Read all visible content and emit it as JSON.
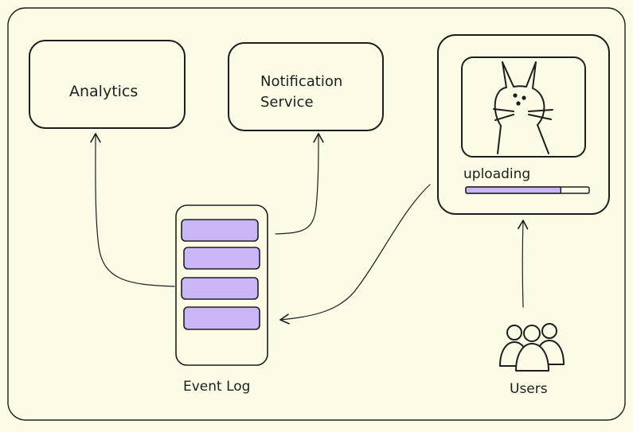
{
  "colors": {
    "background": "#fdfae6",
    "stroke": "#1e1e1e",
    "accent": "#c9b6f7"
  },
  "nodes": {
    "analytics": {
      "label": "Analytics"
    },
    "notification": {
      "label_line1": "Notification",
      "label_line2": "Service"
    },
    "uploader": {
      "status": "uploading",
      "progress": 0.77,
      "icon": "cat-icon"
    },
    "event_log": {
      "label": "Event Log",
      "rows": 4
    },
    "users": {
      "label": "Users",
      "icon": "users-icon"
    }
  },
  "edges": [
    {
      "from": "event_log",
      "to": "analytics"
    },
    {
      "from": "event_log",
      "to": "notification"
    },
    {
      "from": "uploader",
      "to": "event_log"
    },
    {
      "from": "users",
      "to": "uploader"
    }
  ]
}
